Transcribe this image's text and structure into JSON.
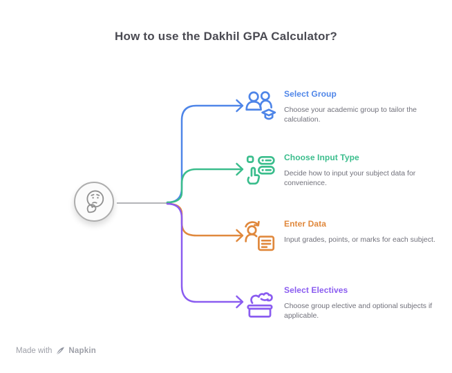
{
  "title": "How to use the Dakhil GPA Calculator?",
  "center_node": {
    "icon": "thinking-face-icon"
  },
  "branches": [
    {
      "title": "Select Group",
      "description": "Choose your academic group to tailor the calculation.",
      "color": "#4e85e8",
      "icon": "students-group-icon"
    },
    {
      "title": "Choose Input Type",
      "description": "Decide how to input your subject data for convenience.",
      "color": "#3abd8c",
      "icon": "hand-select-list-icon"
    },
    {
      "title": "Enter Data",
      "description": "Input grades, points, or marks for each subject.",
      "color": "#e0883c",
      "icon": "person-document-icon"
    },
    {
      "title": "Select Electives",
      "description": "Choose group elective and optional subjects if applicable.",
      "color": "#8a5cf0",
      "icon": "hand-box-icon"
    }
  ],
  "footer": {
    "made_with_label": "Made with",
    "brand_name": "Napkin"
  },
  "colors": {
    "title_text": "#4a4a52",
    "description_text": "#70707a",
    "connector_gray": "#9a9ca0",
    "node_border": "#adadad",
    "node_fill": "#fbfbfb",
    "face_stroke": "#909090",
    "footer_text": "#9ea0a8"
  }
}
